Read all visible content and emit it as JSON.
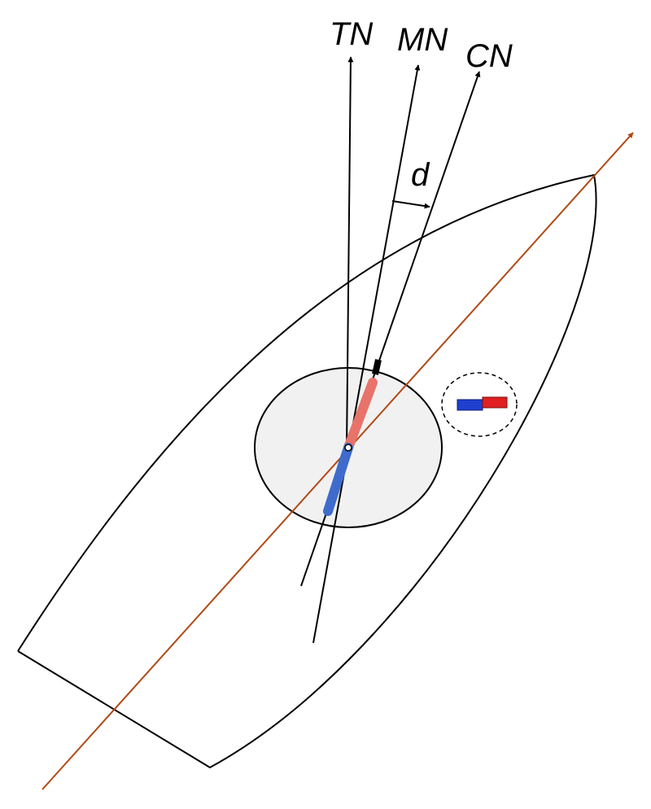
{
  "labels": {
    "true_north": "TN",
    "magnetic_north": "MN",
    "compass_north": "CN",
    "deviation": "d"
  },
  "colors": {
    "outline": "#000000",
    "heading_line": "#b04a16",
    "compass_fill": "#f1f1f1",
    "needle_north": "#e8736a",
    "needle_south": "#3f6ccc",
    "magnet_red": "#e02020",
    "magnet_blue": "#1f3fd0"
  },
  "icons": {
    "boat": "boat-hull-outline",
    "compass": "compass-card",
    "magnet": "bar-magnet-icon"
  }
}
